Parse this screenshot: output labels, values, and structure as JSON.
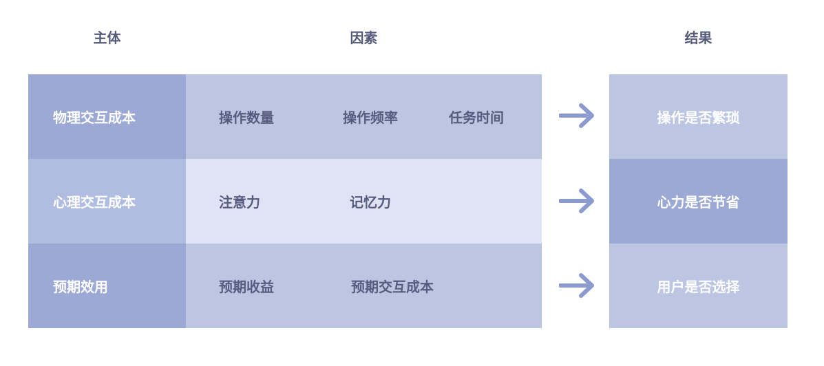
{
  "headers": {
    "subject": "主体",
    "factors": "因素",
    "result": "结果"
  },
  "rows": [
    {
      "subject": "物理交互成本",
      "factors": [
        "操作数量",
        "操作频率",
        "任务时间"
      ],
      "result": "操作是否繁琐",
      "colors": {
        "subject": "#9ca9d4",
        "factors": "#bcc6e3",
        "result": "#bcc6e3"
      }
    },
    {
      "subject": "心理交互成本",
      "factors": [
        "注意力",
        "记忆力"
      ],
      "result": "心力是否节省",
      "colors": {
        "subject": "#b1bde0",
        "factors": "#dfe3f3",
        "result": "#9ca9d4"
      }
    },
    {
      "subject": "预期效用",
      "factors": [
        "预期收益",
        "预期交互成本"
      ],
      "result": "用户是否选择",
      "colors": {
        "subject": "#9ca9d4",
        "factors": "#bcc6e3",
        "result": "#bcc6e3"
      }
    }
  ],
  "arrow_color": "#8c9bcf"
}
